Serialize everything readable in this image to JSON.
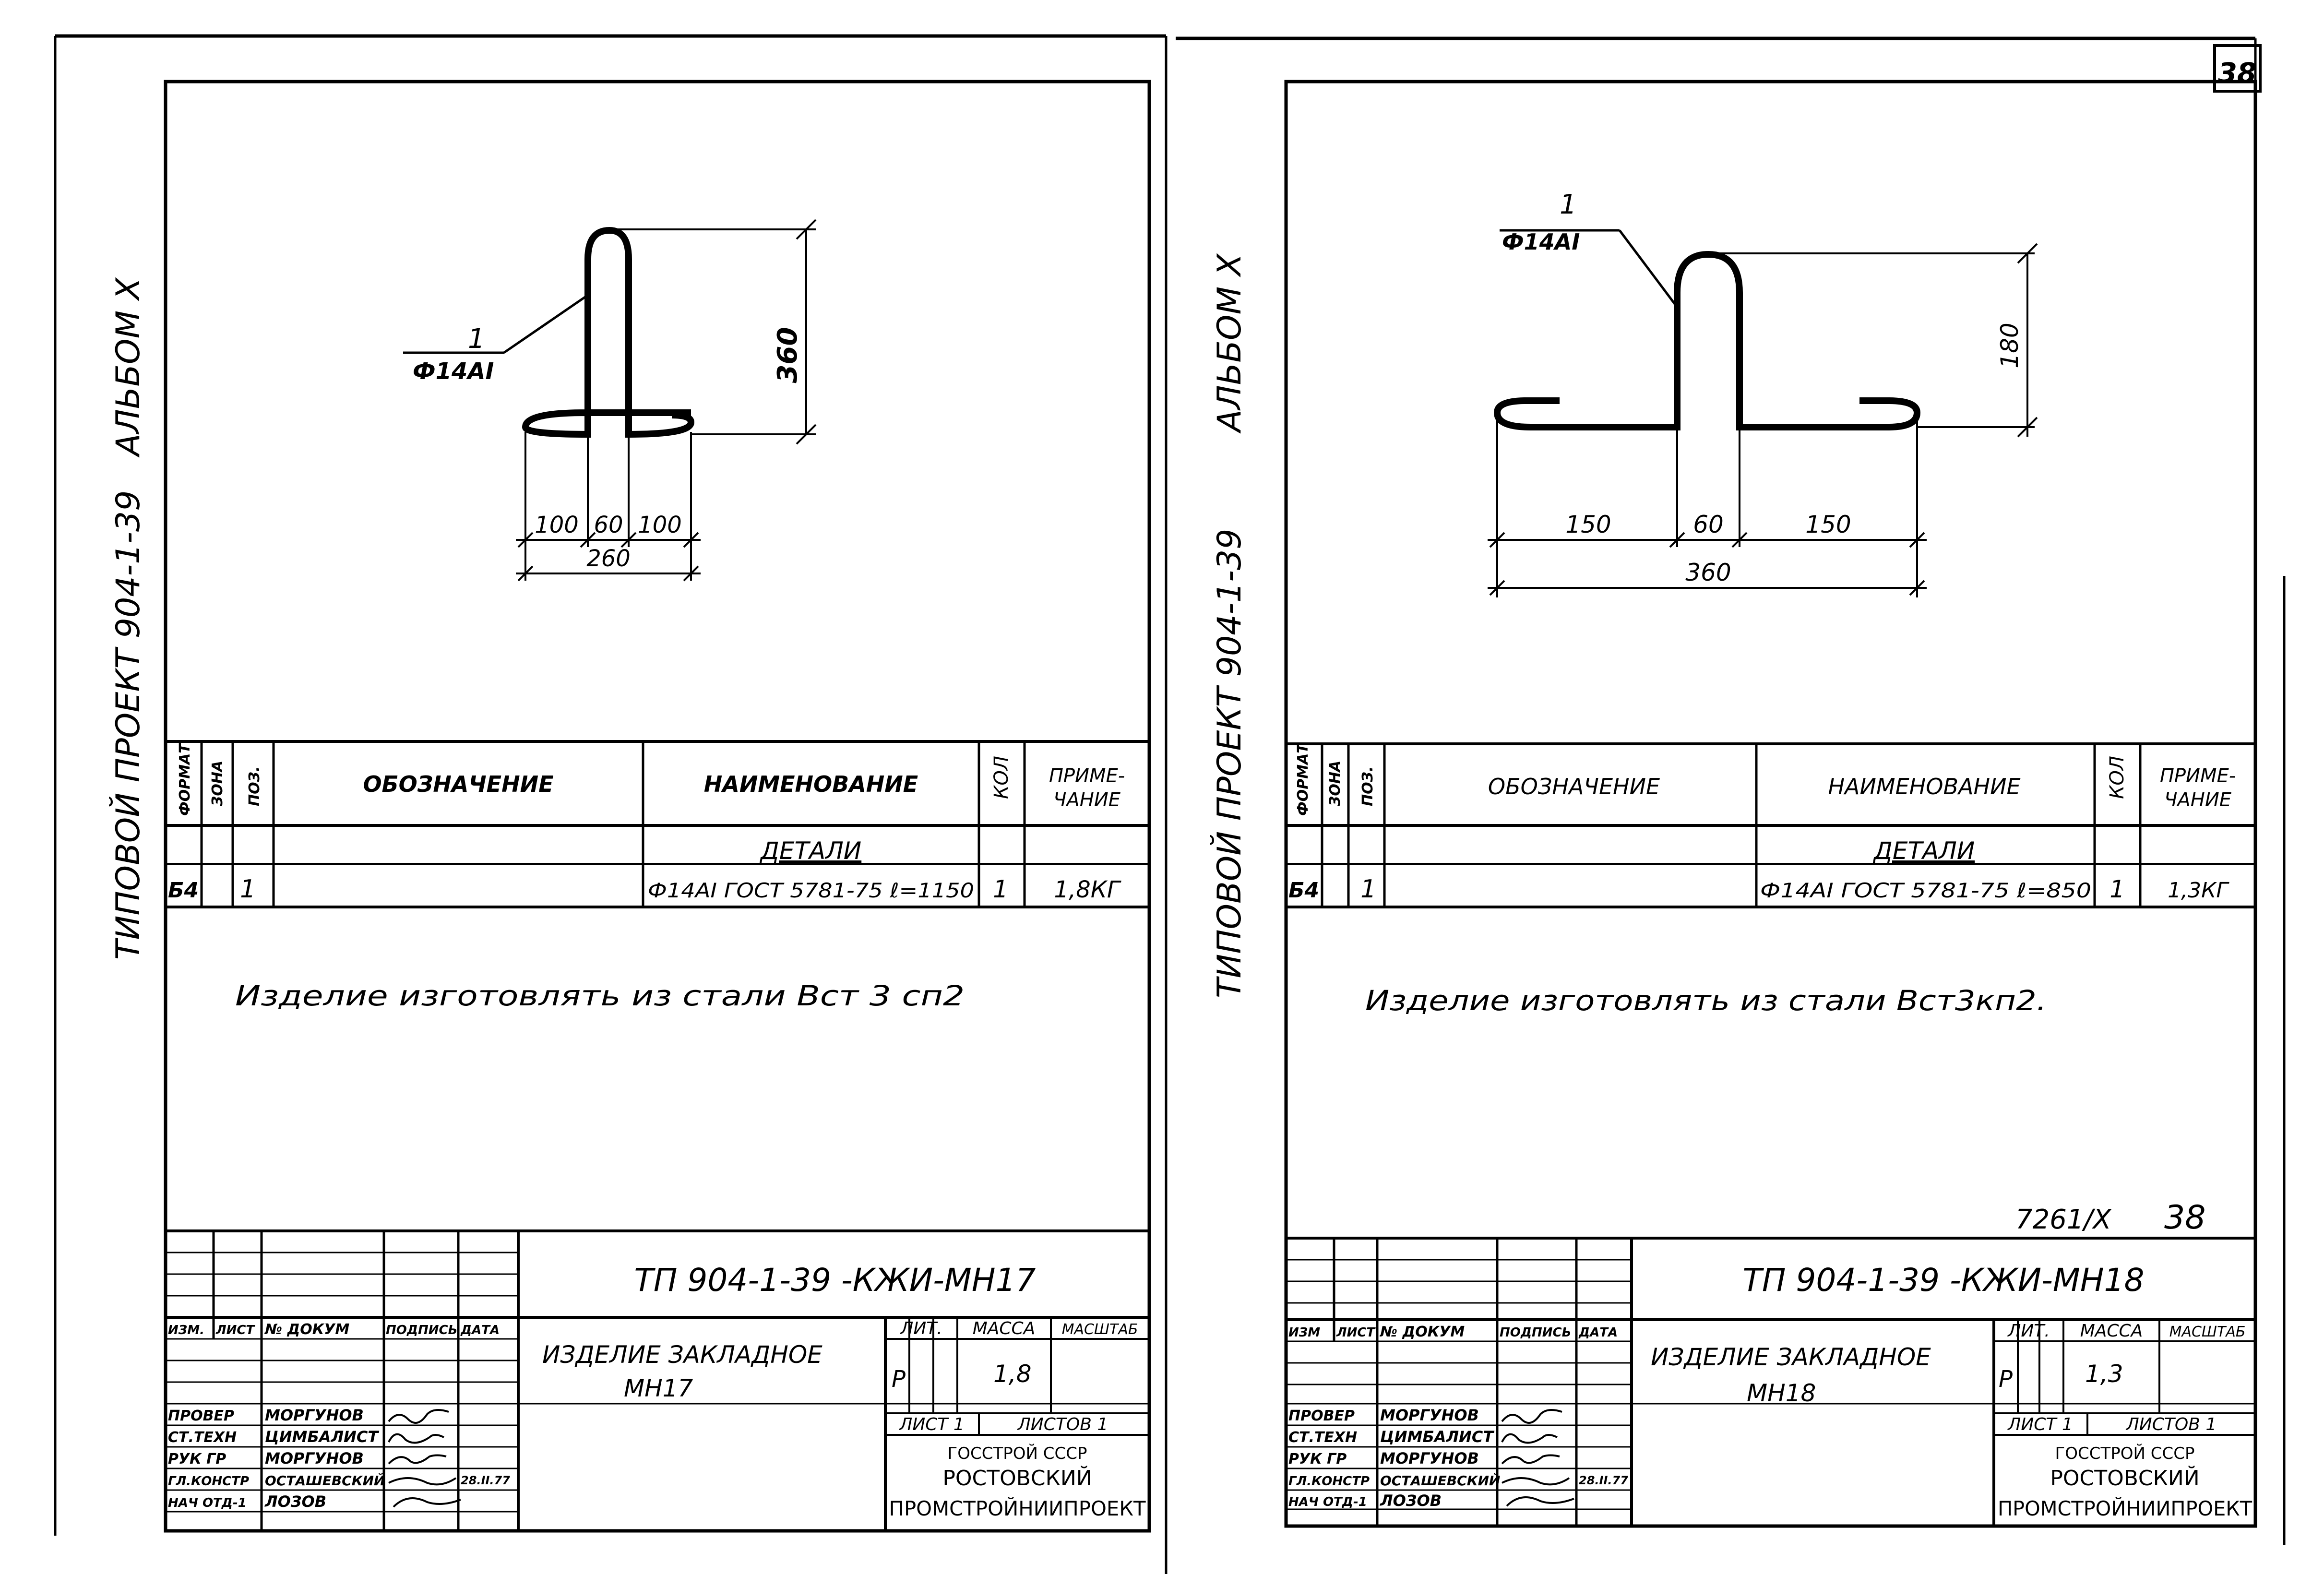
{
  "page_number": "38",
  "left": {
    "side_text_project": "ТИПОВОЙ ПРОЕКТ 904-1-39",
    "side_text_album": "АЛЬБОМ X",
    "drawing": {
      "pos": "1",
      "bar": "Ф14АI",
      "dim_height": "360",
      "dim_left": "100",
      "dim_mid": "60",
      "dim_right": "100",
      "dim_total": "260"
    },
    "spec": {
      "headers": [
        "ФОРМАТ",
        "ЗОНА",
        "ПОЗ.",
        "ОБОЗНАЧЕНИЕ",
        "НАИМЕНОВАНИЕ",
        "КОЛ",
        "ПРИМЕ-",
        "ЧАНИЕ"
      ],
      "section": "ДЕТАЛИ",
      "row": {
        "format": "Б4",
        "pos": "1",
        "name": "Ф14АI ГОСТ 5781-75 ℓ=1150",
        "qty": "1",
        "note": "1,8КГ"
      }
    },
    "note_text": "Изделие изготовлять из стали Вст 3 сп2",
    "title_block": {
      "code": "ТП 904-1-39 -КЖИ-МН17",
      "col_headers": [
        "ИЗМ.",
        "ЛИСТ",
        "№ ДОКУМ",
        "ПОДПИСЬ",
        "ДАТА"
      ],
      "roles": [
        "ПРОВЕР",
        "СТ.ТЕХН",
        "РУК ГР",
        "ГЛ.КОНСТР",
        "НАЧ ОТД-1"
      ],
      "names": [
        "МОРГУНОВ",
        "ЦИМБАЛИСТ",
        "МОРГУНОВ",
        "ОСТАШЕВСКИЙ",
        "ЛОЗОВ"
      ],
      "date": "28.II.77",
      "item_name_1": "ИЗДЕЛИЕ ЗАКЛАДНОЕ",
      "item_name_2": "МН17",
      "lit_label": "ЛИТ.",
      "mass_label": "МАССА",
      "scale_label": "МАСШТАБ",
      "lit_value": "Р",
      "mass_value": "1,8",
      "sheet": "ЛИСТ 1",
      "sheets": "ЛИСТОВ 1",
      "org_1": "ГОССТРОЙ СССР",
      "org_2": "РОСТОВСКИЙ",
      "org_3": "ПРОМСТРОЙНИИПРОЕКТ"
    }
  },
  "right": {
    "side_text_project": "ТИПОВОЙ ПРОЕКТ 904-1-39",
    "side_text_album": "АЛЬБОМ X",
    "drawing": {
      "pos": "1",
      "bar": "Ф14АI",
      "dim_height": "180",
      "dim_left": "150",
      "dim_mid": "60",
      "dim_right": "150",
      "dim_total": "360"
    },
    "spec": {
      "headers": [
        "ФОРМАТ",
        "ЗОНА",
        "ПОЗ.",
        "ОБОЗНАЧЕНИЕ",
        "НАИМЕНОВАНИЕ",
        "КОЛ",
        "ПРИМЕ-",
        "ЧАНИЕ"
      ],
      "section": "ДЕТАЛИ",
      "row": {
        "format": "Б4",
        "pos": "1",
        "name": "Ф14АI ГОСТ 5781-75 ℓ=850",
        "qty": "1",
        "note": "1,3КГ"
      }
    },
    "note_text": "Изделие изготовлять из стали Вст3кп2.",
    "archive_number": "7261/X",
    "archive_page": "38",
    "title_block": {
      "code": "ТП 904-1-39 -КЖИ-МН18",
      "col_headers": [
        "ИЗМ",
        "ЛИСТ",
        "№ ДОКУМ",
        "ПОДПИСЬ",
        "ДАТА"
      ],
      "roles": [
        "ПРОВЕР",
        "СТ.ТЕХН",
        "РУК ГР",
        "ГЛ.КОНСТР",
        "НАЧ ОТД-1"
      ],
      "names": [
        "МОРГУНОВ",
        "ЦИМБАЛИСТ",
        "МОРГУНОВ",
        "ОСТАШЕВСКИЙ",
        "ЛОЗОВ"
      ],
      "date": "28.II.77",
      "item_name_1": "ИЗДЕЛИЕ ЗАКЛАДНОЕ",
      "item_name_2": "МН18",
      "lit_label": "ЛИТ.",
      "mass_label": "МАССА",
      "scale_label": "МАСШТАБ",
      "lit_value": "Р",
      "mass_value": "1,3",
      "sheet": "ЛИСТ 1",
      "sheets": "ЛИСТОВ 1",
      "org_1": "ГОССТРОЙ СССР",
      "org_2": "РОСТОВСКИЙ",
      "org_3": "ПРОМСТРОЙНИИПРОЕКТ"
    }
  }
}
